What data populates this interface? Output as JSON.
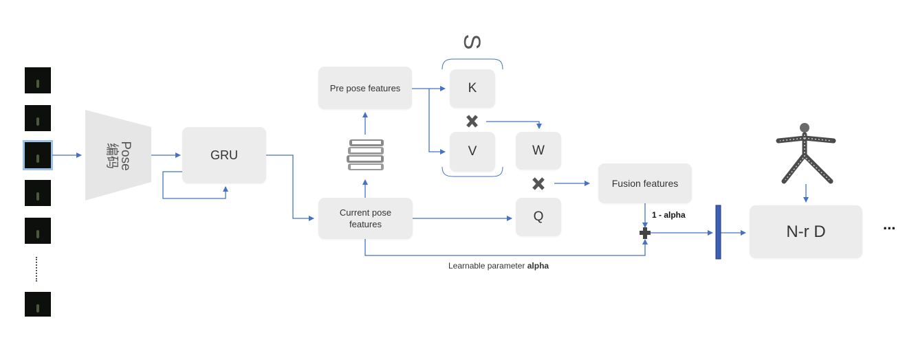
{
  "encoder": {
    "line1": "Pose",
    "line2": "编码"
  },
  "gru": {
    "label": "GRU"
  },
  "pre_pose": {
    "label": "Pre pose features"
  },
  "current_pose": {
    "line1": "Current pose",
    "line2": "features"
  },
  "k": {
    "label": "K"
  },
  "v": {
    "label": "V"
  },
  "w": {
    "label": "W"
  },
  "q": {
    "label": "Q"
  },
  "fusion": {
    "label": "Fusion features"
  },
  "nrd": {
    "label": "N-r D"
  },
  "s_symbol": "S",
  "one_minus_alpha": "1 - alpha",
  "learnable": {
    "prefix": "Learnable parameter ",
    "bold": "alpha"
  },
  "ellipsis": "...",
  "colors": {
    "arrow": "#4472c4",
    "box": "#ececec",
    "bar": "#3f5fb4"
  },
  "icons": [
    "books-icon",
    "multiply-icon",
    "plus-icon",
    "human-mesh-icon"
  ]
}
